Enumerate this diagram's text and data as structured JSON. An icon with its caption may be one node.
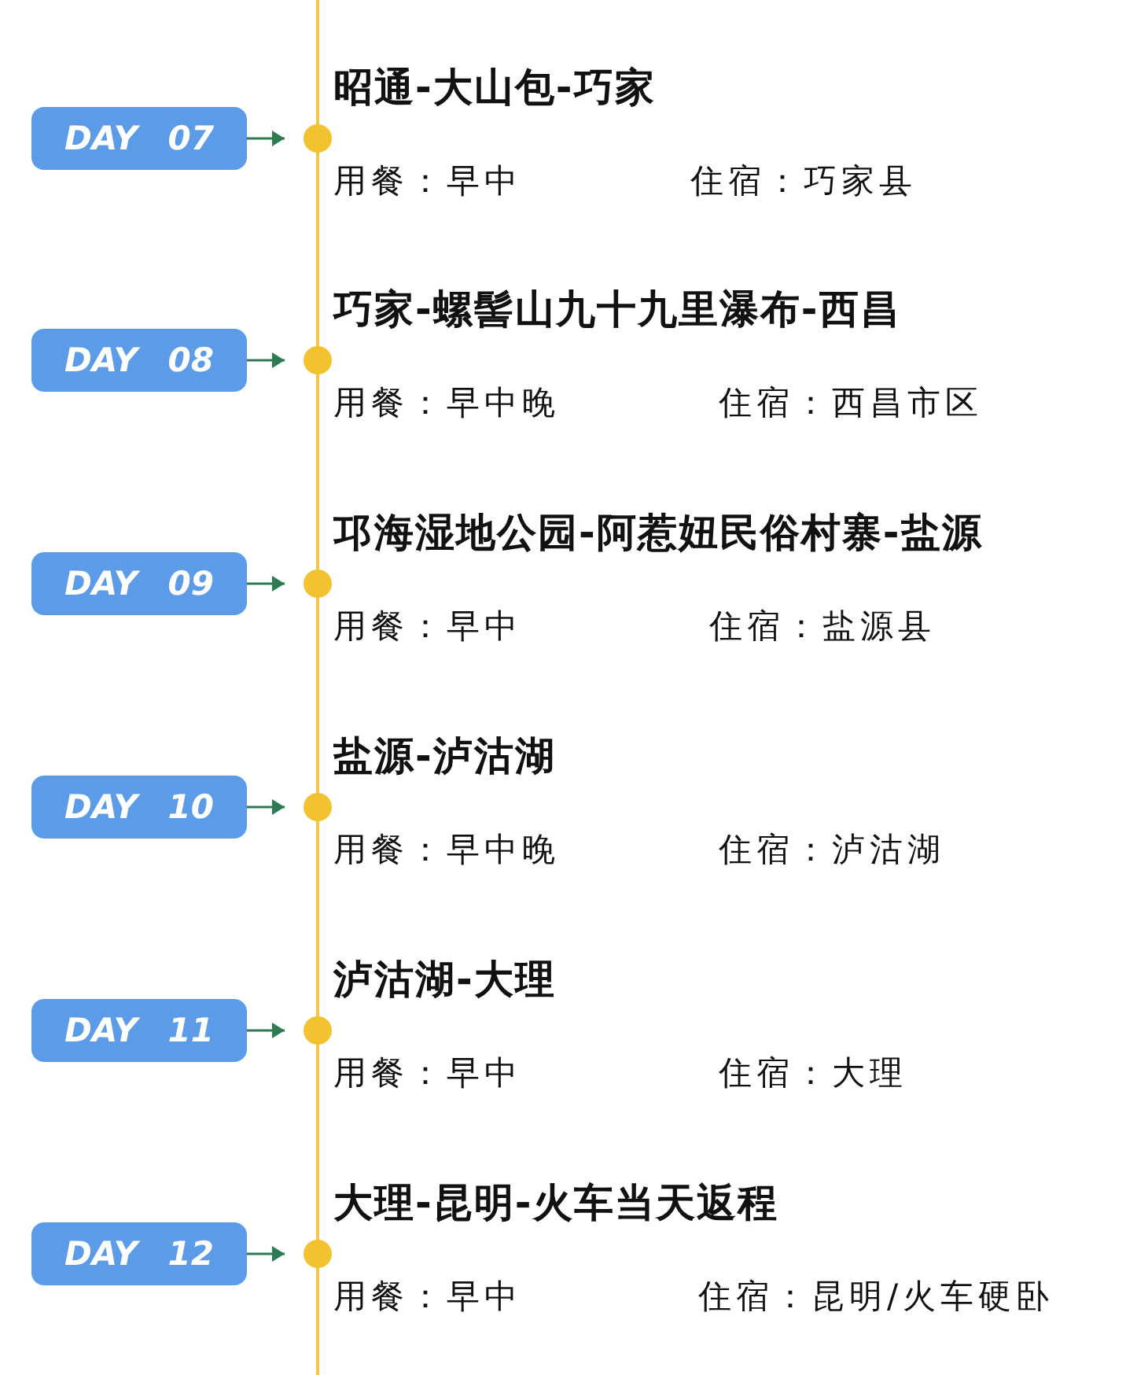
{
  "diagram": {
    "nodes": [
      {
        "text": [
          "DAY 07"
        ]
      },
      {
        "text": [
          "DAY 08"
        ]
      },
      {
        "text": [
          "DAY 09"
        ]
      },
      {
        "text": [
          "DAY 10"
        ]
      },
      {
        "text": [
          "DAY 11"
        ]
      },
      {
        "text": [
          "DAY 12"
        ]
      }
    ],
    "edges": [
      {
        "from": 0,
        "to": null,
        "arrow": "to"
      },
      {
        "from": 1,
        "to": null,
        "arrow": "to"
      },
      {
        "from": 2,
        "to": null,
        "arrow": "to"
      },
      {
        "from": 3,
        "to": null,
        "arrow": "to"
      },
      {
        "from": 4,
        "to": null,
        "arrow": "to"
      },
      {
        "from": 5,
        "to": null,
        "arrow": "to"
      }
    ],
    "labels": [
      "昭通-大山包-巧家",
      "用餐：早中",
      "住宿：巧家县",
      "巧家-螺髻山九十九里瀑布-西昌",
      "用餐：早中晚",
      "住宿：西昌市区",
      "邛海湿地公园-阿惹妞民俗村寨-盐源",
      "用餐：早中",
      "住宿：盐源县",
      "盐源-泸沽湖",
      "用餐：早中晚",
      "住宿：泸沽湖",
      "泸沽湖-大理",
      "用餐：早中",
      "住宿：大理",
      "大理-昆明-火车当天返程",
      "用餐：早中",
      "住宿：昆明/火车硬卧"
    ]
  }
}
